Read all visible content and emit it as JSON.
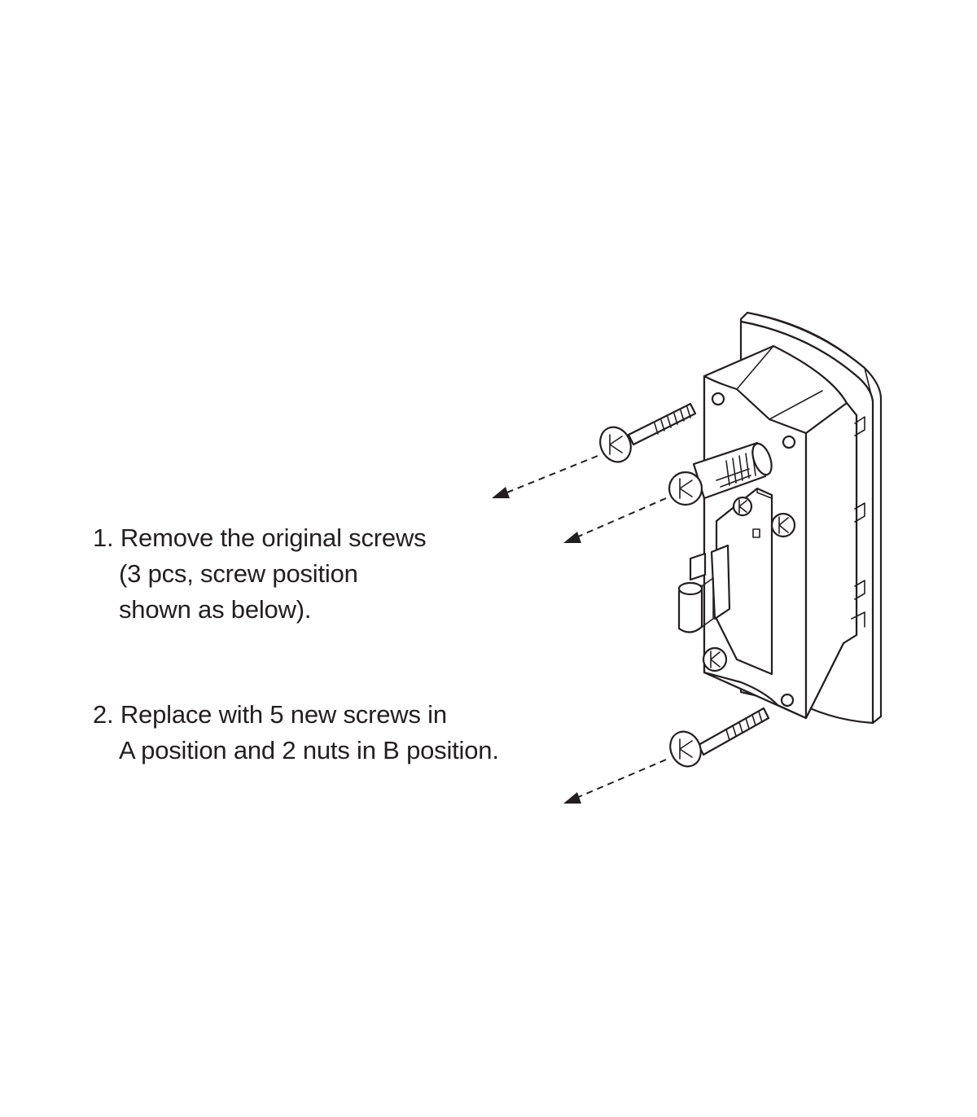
{
  "steps": [
    {
      "lines": [
        "1. Remove the original screws",
        "(3 pcs, screw position",
        "shown as below)."
      ]
    },
    {
      "lines": [
        "2. Replace with 5 new screws in",
        "A position and 2 nuts in B position."
      ]
    }
  ],
  "icons": {
    "screw": "phillips-head-screw-icon",
    "arrow": "dashed-arrow-icon"
  },
  "colors": {
    "ink": "#231f20",
    "background": "#ffffff"
  }
}
